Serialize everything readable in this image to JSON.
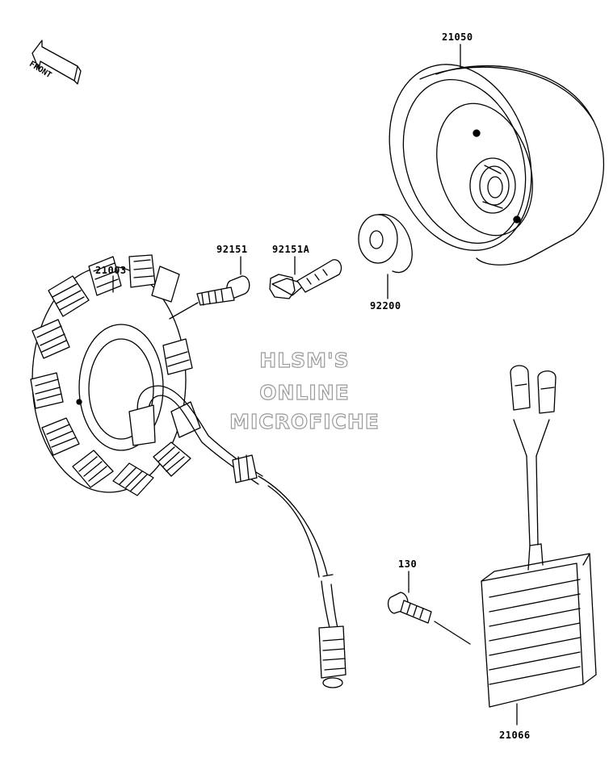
{
  "front_label": "FRONT",
  "watermark": {
    "line1": "HLSM'S",
    "line2": "ONLINE",
    "line3": "MICROFICHE"
  },
  "parts": {
    "flywheel": "21050",
    "stator": "21003",
    "bolt": "92151",
    "bolt_a": "92151A",
    "collar": "92200",
    "screw": "130",
    "regulator": "21066"
  }
}
